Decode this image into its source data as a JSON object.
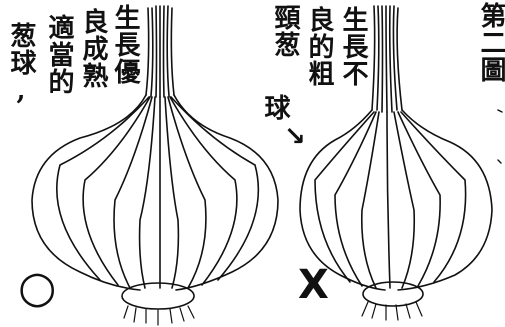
{
  "left_caption": {
    "col1": "生長優",
    "col2": "良成熟",
    "col3": "適當的",
    "col4": "葱球,"
  },
  "right_caption": {
    "col1": "生長不",
    "col2": "良的粗",
    "col3": "頸葱",
    "col4": "球"
  },
  "figure_label": "第二圖",
  "marks": {
    "good": "○",
    "bad": "X",
    "pointer_arrow": "↘"
  },
  "colors": {
    "ink": "#111111",
    "paper": "#ffffff"
  }
}
